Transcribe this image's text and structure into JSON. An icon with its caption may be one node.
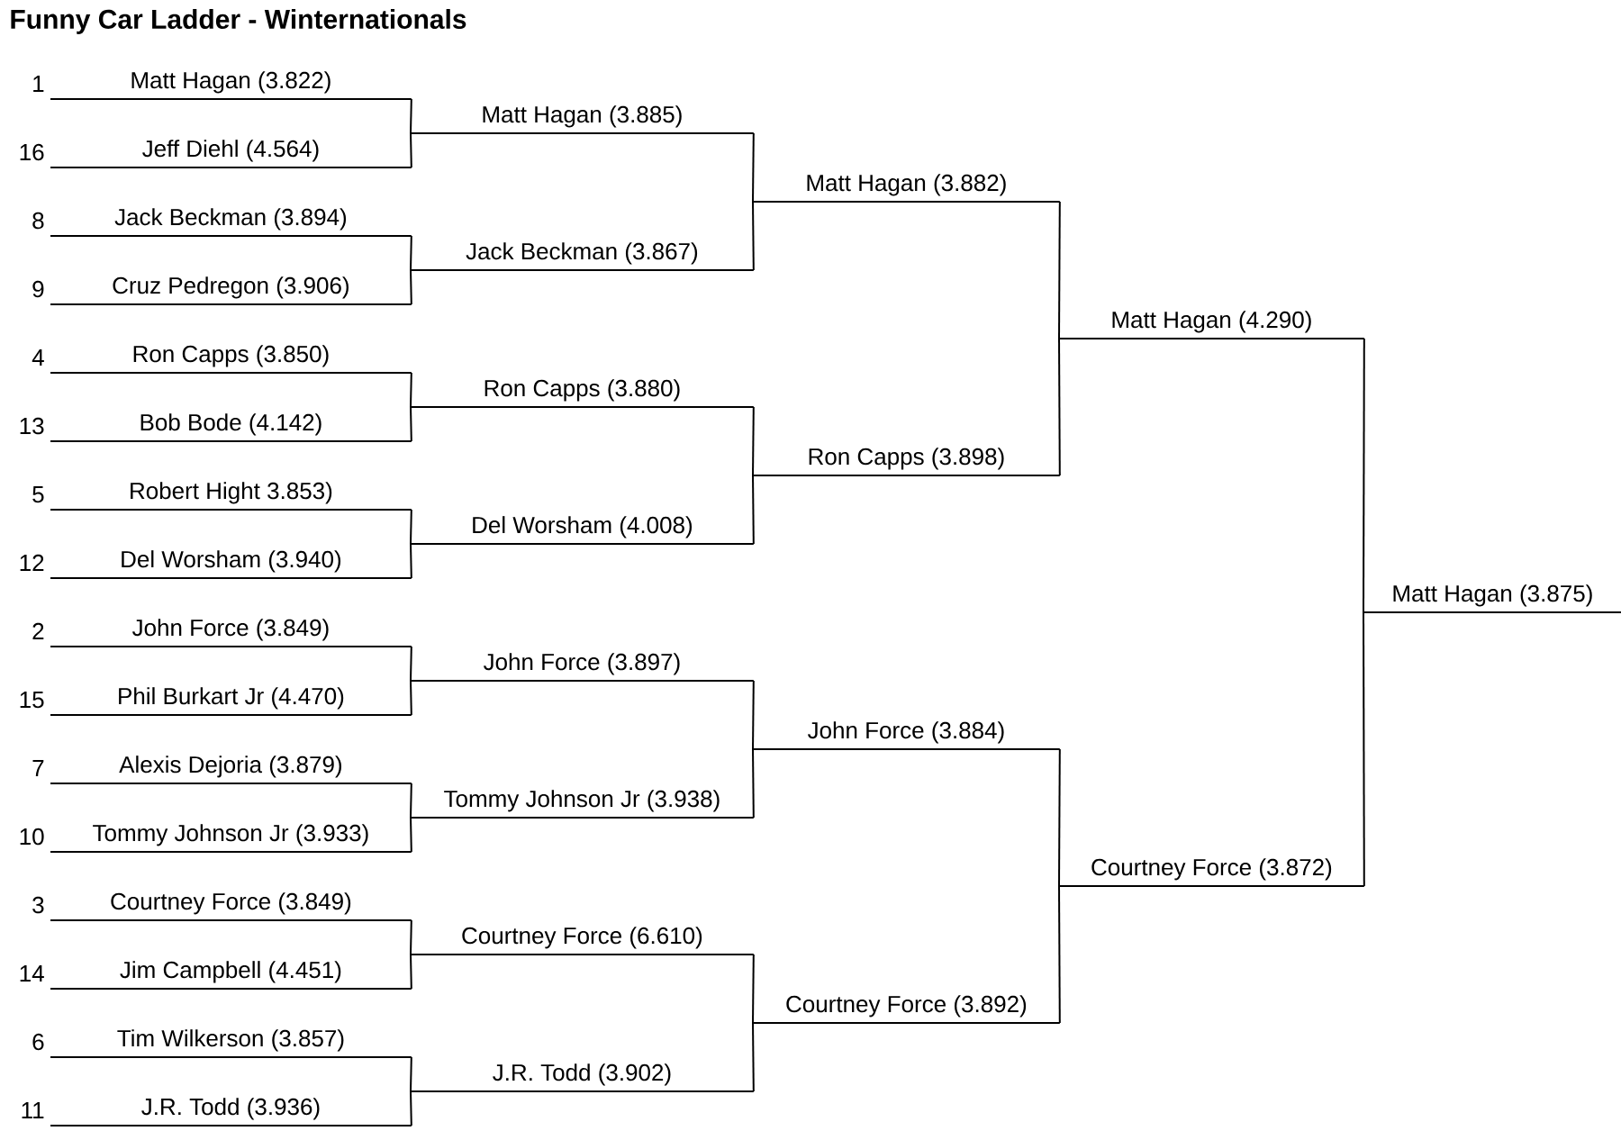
{
  "diagram": {
    "title": "Funny Car Ladder - Winternationals",
    "nodes": [
      {
        "text": [
          "Matt Hagan (3.822)"
        ],
        "beside": [
          "1"
        ]
      },
      {
        "text": [
          "Jeff Diehl (4.564)"
        ],
        "beside": [
          "16"
        ]
      },
      {
        "text": [
          "Jack Beckman (3.894)"
        ],
        "beside": [
          "8"
        ]
      },
      {
        "text": [
          "Cruz Pedregon (3.906)"
        ],
        "beside": [
          "9"
        ]
      },
      {
        "text": [
          "Ron Capps (3.850)"
        ],
        "beside": [
          "4"
        ]
      },
      {
        "text": [
          "Bob Bode (4.142)"
        ],
        "beside": [
          "13"
        ]
      },
      {
        "text": [
          "Robert Hight 3.853)"
        ],
        "beside": [
          "5"
        ]
      },
      {
        "text": [
          "Del Worsham (3.940)"
        ],
        "beside": [
          "12"
        ]
      },
      {
        "text": [
          "John Force (3.849)"
        ],
        "beside": [
          "2"
        ]
      },
      {
        "text": [
          "Phil Burkart Jr (4.470)"
        ],
        "beside": [
          "15"
        ]
      },
      {
        "text": [
          "Alexis Dejoria (3.879)"
        ],
        "beside": [
          "7"
        ]
      },
      {
        "text": [
          "Tommy Johnson Jr (3.933)"
        ],
        "beside": [
          "10"
        ]
      },
      {
        "text": [
          "Courtney Force (3.849)"
        ],
        "beside": [
          "3"
        ]
      },
      {
        "text": [
          "Jim Campbell (4.451)"
        ],
        "beside": [
          "14"
        ]
      },
      {
        "text": [
          "Tim Wilkerson (3.857)"
        ],
        "beside": [
          "6"
        ]
      },
      {
        "text": [
          "J.R. Todd (3.936)"
        ],
        "beside": [
          "11"
        ]
      },
      {
        "text": [
          "Matt Hagan (3.885)"
        ]
      },
      {
        "text": [
          "Jack Beckman (3.867)"
        ]
      },
      {
        "text": [
          "Ron Capps (3.880)"
        ]
      },
      {
        "text": [
          "Del Worsham (4.008)"
        ]
      },
      {
        "text": [
          "John Force (3.897)"
        ]
      },
      {
        "text": [
          "Tommy Johnson Jr (3.938)"
        ]
      },
      {
        "text": [
          "Courtney Force (6.610)"
        ]
      },
      {
        "text": [
          "J.R. Todd (3.902)"
        ]
      },
      {
        "text": [
          "Matt Hagan (3.882)"
        ]
      },
      {
        "text": [
          "Ron Capps (3.898)"
        ]
      },
      {
        "text": [
          "John Force (3.884)"
        ]
      },
      {
        "text": [
          "Courtney Force (3.892)"
        ]
      },
      {
        "text": [
          "Matt Hagan (4.290)"
        ]
      },
      {
        "text": [
          "Courtney Force (3.872)"
        ]
      },
      {
        "text": [
          "Matt Hagan (3.875)"
        ]
      }
    ],
    "edges": [
      {
        "from": 0,
        "to": 16,
        "arrow": "none"
      },
      {
        "from": 1,
        "to": 16,
        "arrow": "none"
      },
      {
        "from": 2,
        "to": 17,
        "arrow": "none"
      },
      {
        "from": 3,
        "to": 17,
        "arrow": "none"
      },
      {
        "from": 4,
        "to": 18,
        "arrow": "none"
      },
      {
        "from": 5,
        "to": 18,
        "arrow": "none"
      },
      {
        "from": 6,
        "to": 19,
        "arrow": "none"
      },
      {
        "from": 7,
        "to": 19,
        "arrow": "none"
      },
      {
        "from": 8,
        "to": 20,
        "arrow": "none"
      },
      {
        "from": 9,
        "to": 20,
        "arrow": "none"
      },
      {
        "from": 10,
        "to": 21,
        "arrow": "none"
      },
      {
        "from": 11,
        "to": 21,
        "arrow": "none"
      },
      {
        "from": 12,
        "to": 22,
        "arrow": "none"
      },
      {
        "from": 13,
        "to": 22,
        "arrow": "none"
      },
      {
        "from": 14,
        "to": 23,
        "arrow": "none"
      },
      {
        "from": 15,
        "to": 23,
        "arrow": "none"
      },
      {
        "from": 16,
        "to": 24,
        "arrow": "none"
      },
      {
        "from": 17,
        "to": 24,
        "arrow": "none"
      },
      {
        "from": 18,
        "to": 25,
        "arrow": "none"
      },
      {
        "from": 19,
        "to": 25,
        "arrow": "none"
      },
      {
        "from": 20,
        "to": 26,
        "arrow": "none"
      },
      {
        "from": 21,
        "to": 26,
        "arrow": "none"
      },
      {
        "from": 22,
        "to": 27,
        "arrow": "none"
      },
      {
        "from": 23,
        "to": 27,
        "arrow": "none"
      },
      {
        "from": 24,
        "to": 28,
        "arrow": "none"
      },
      {
        "from": 25,
        "to": 28,
        "arrow": "none"
      },
      {
        "from": 26,
        "to": 29,
        "arrow": "none"
      },
      {
        "from": 27,
        "to": 29,
        "arrow": "none"
      },
      {
        "from": 28,
        "to": 30,
        "arrow": "none"
      },
      {
        "from": 29,
        "to": 30,
        "arrow": "none"
      }
    ]
  }
}
